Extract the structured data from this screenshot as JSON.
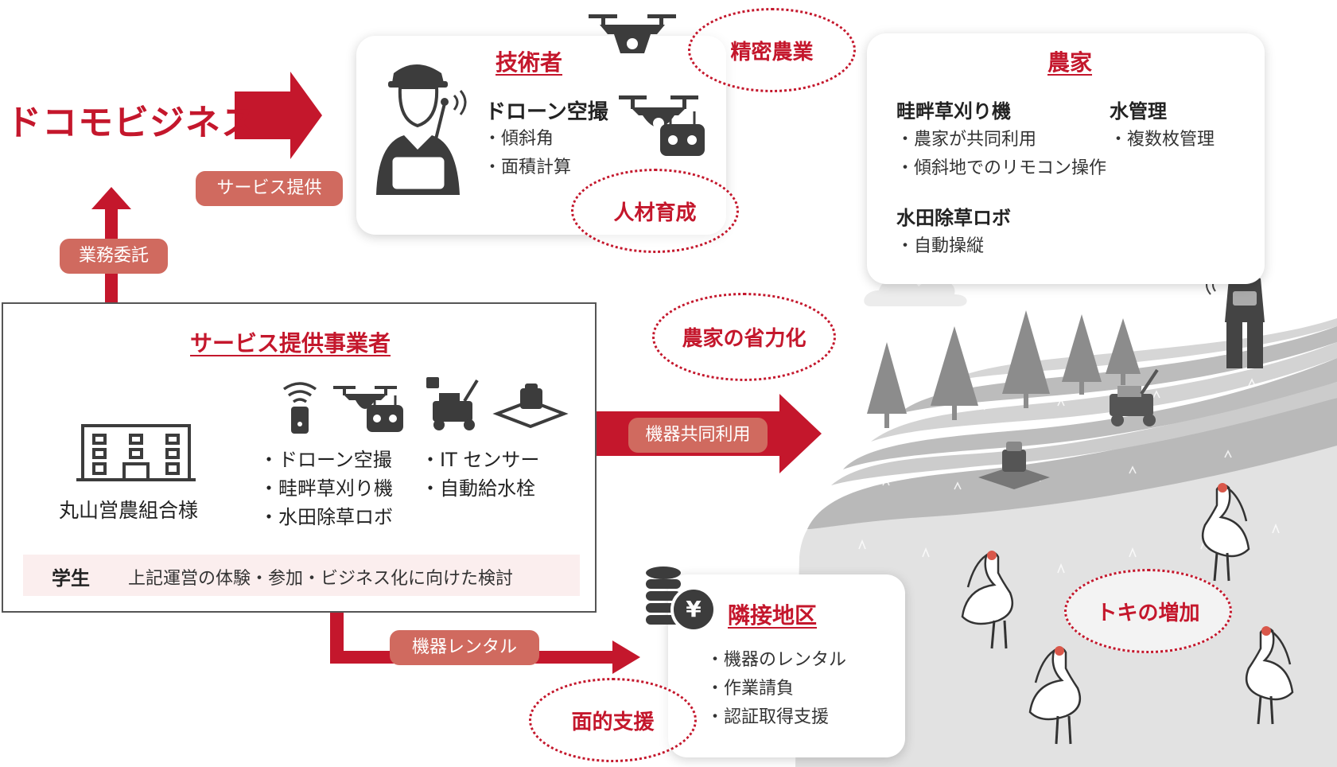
{
  "docomo": {
    "name": "ドコモビジネス",
    "service_label": "サービス提供",
    "entrust_label": "業務委託"
  },
  "engineer": {
    "title": "技術者",
    "heading": "ドローン空撮",
    "items": [
      "傾斜角",
      "面積計算"
    ]
  },
  "farmer": {
    "title": "農家",
    "col1_heading": "畦畔草刈り機",
    "col1_items": [
      "農家が共同利用",
      "傾斜地でのリモコン操作"
    ],
    "col2_heading": "水管理",
    "col2_items": [
      "複数枚管理"
    ],
    "col3_heading": "水田除草ロボ",
    "col3_items": [
      "自動操縦"
    ]
  },
  "provider": {
    "title": "サービス提供事業者",
    "org_name": "丸山営農組合様",
    "list_left": [
      "ドローン空撮",
      "畦畔草刈り機",
      "水田除草ロボ"
    ],
    "list_right": [
      "IT センサー",
      "自動給水栓"
    ],
    "student_label": "学生",
    "student_text": "上記運営の体験・参加・ビジネス化に向けた検討"
  },
  "flows": {
    "share_label": "機器共同利用",
    "rental_label": "機器レンタル"
  },
  "neighbor": {
    "title": "隣接地区",
    "items": [
      "機器のレンタル",
      "作業請負",
      "認証取得支援"
    ],
    "currency_symbol": "¥"
  },
  "bubbles": {
    "precision": "精密農業",
    "training": "人材育成",
    "labor_saving": "農家の省力化",
    "ibis": "トキの増加",
    "area_support": "面的支援"
  },
  "colors": {
    "accent": "#c4172c",
    "pill": "#d06a5f",
    "student_bg": "#fbeeee",
    "icon_dark": "#3c3c3c",
    "landscape_grey": "#bdbdbd"
  },
  "icons": [
    "drone-icon",
    "remote-controller-icon",
    "engineer-icon",
    "wifi-sensor-icon",
    "mower-robot-icon",
    "weeding-robot-icon",
    "building-icon",
    "coins-icon",
    "yen-coin-icon",
    "ibis-icon",
    "tree-icon",
    "farmer-icon"
  ]
}
